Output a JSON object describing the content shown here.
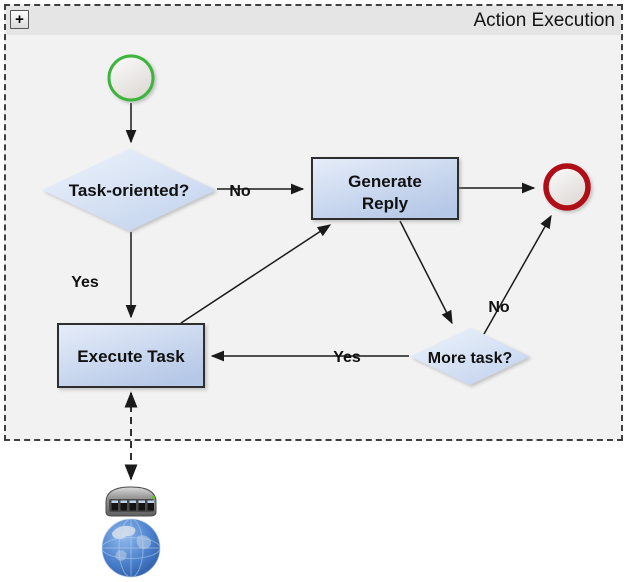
{
  "panel": {
    "title": "Action Execution",
    "expand_label": "+"
  },
  "nodes": {
    "start": {
      "name": "start-state"
    },
    "task_oriented": {
      "label": "Task-oriented?"
    },
    "generate_reply": {
      "line1": "Generate",
      "line2": "Reply"
    },
    "execute_task": {
      "label": "Execute Task"
    },
    "more_task": {
      "label": "More task?"
    },
    "end": {
      "name": "end-state"
    }
  },
  "edge_labels": {
    "task_no": "No",
    "task_yes": "Yes",
    "more_yes": "Yes",
    "more_no": "No"
  },
  "icons": {
    "expand": "expand-plus-icon",
    "start": "start-state-circle-icon",
    "end": "end-state-circle-icon",
    "web_service": "web-service-globe-icon"
  },
  "colors": {
    "start_ring": "#3db53d",
    "end_ring": "#b01116",
    "node_fill_top": "#e6edf9",
    "node_fill_bottom": "#b5c8e7",
    "panel_bg": "#f2f2f2",
    "header_bg": "#e5e5e5",
    "edge_stroke": "#1a1a1a",
    "globe_blue": "#3a6fc0"
  }
}
